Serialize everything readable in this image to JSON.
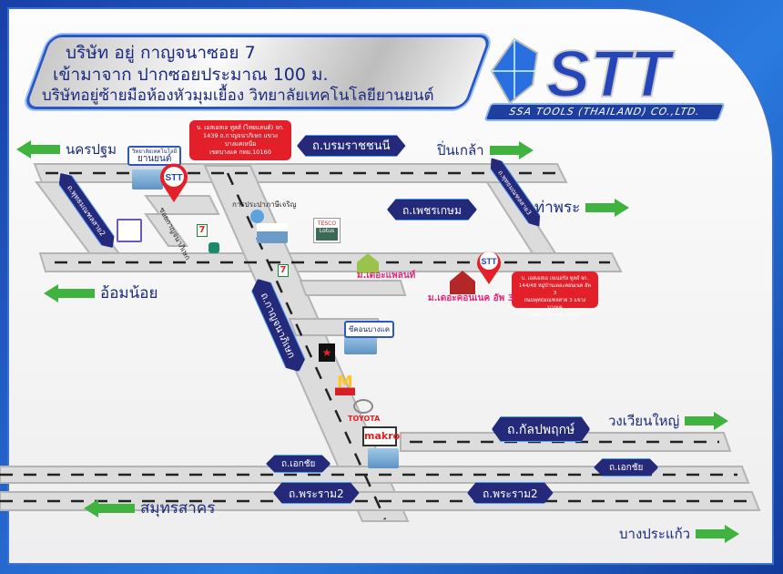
{
  "headline": {
    "line1": "บริษัท อยู่ กาญจนาซอย 7",
    "line2": "เข้ามาจาก ปากซอยประมาณ 100 ม.",
    "line3": "บริษัทอยู่ซ้ายมือห้องหัวมุมเยื้อง วิทยาลัยเทคโนโลยียานยนต์"
  },
  "logo": {
    "mark": "STT",
    "subtitle": "SSA TOOLS (THAILAND) CO.,LTD."
  },
  "roads": {
    "borommaratchachonnani": "ถ.บรมราชชนนี",
    "phetkasem": "ถ.เพชรเกษม",
    "kanchanaphisek": "ถ.กาญจนาภิเษก",
    "kanlapaphruek": "ถ.กัลปพฤกษ์",
    "ekkachai_left": "ถ.เอกชัย",
    "ekkachai_right": "ถ.เอกชัย",
    "rama2_left": "ถ.พระราม2",
    "rama2_right": "ถ.พระราม2",
    "phutthamonthon2": "ถ.พุทธมณฑลสาย2",
    "phutthamonthon3": "ถ.พุทธมณฑลสาย3",
    "soi": "ซอยกาญจนาภิเษก"
  },
  "directions": {
    "nakhon_pathom": "นครปฐม",
    "pinklao": "ปิ่นเกล้า",
    "tha_phra": "ท่าพระ",
    "om_noi": "อ้อมน้อย",
    "wongwian_yai": "วงเวียนใหญ่",
    "samut_sakhon": "สมุทรสาคร",
    "bang_prakaeo": "บางประแก้ว"
  },
  "offices": {
    "main": {
      "line1": "บ. เอสเอสเอ ทูลส์ (ไทยแลนด์) จก.",
      "line2": "1439 ถ.กาญจนาภิเษก แขวงบางแคเหนือ",
      "line3": "เขตบางแค กทม.10160"
    },
    "branch": {
      "line1": "บ. เอสเอสเอ เจเนอรัล ทูลส์ จก.",
      "line2": "144/48 หมู่บ้านเดอะคอนเนค อัพ 3",
      "line3": "ถนนพุทธมณฑลสาย 3 แขวงบางแค",
      "line4": "เขตบางแค กทม.10160"
    }
  },
  "pins": {
    "main": "STT",
    "branch": "STT"
  },
  "landmarks": {
    "college": "วิทยาลัยเทคโนโลยี",
    "college2": "ยานยนต์",
    "waterworks": "การประปาภาษีเจริญ",
    "tesco": "TESCO",
    "lotus": "Lotus",
    "plant": "ม.เดอะแพลนท์",
    "connect": "ม.เดอะคอนเนค อัพ 3",
    "seacon": "ซีคอนบางแค",
    "toyota": "TOYOTA",
    "makro": "makro",
    "seven": "7"
  },
  "colors": {
    "road_label": "#24297a",
    "arrow": "#3fb23f",
    "red_box": "#e3202a",
    "frame": "#2b56c5"
  }
}
